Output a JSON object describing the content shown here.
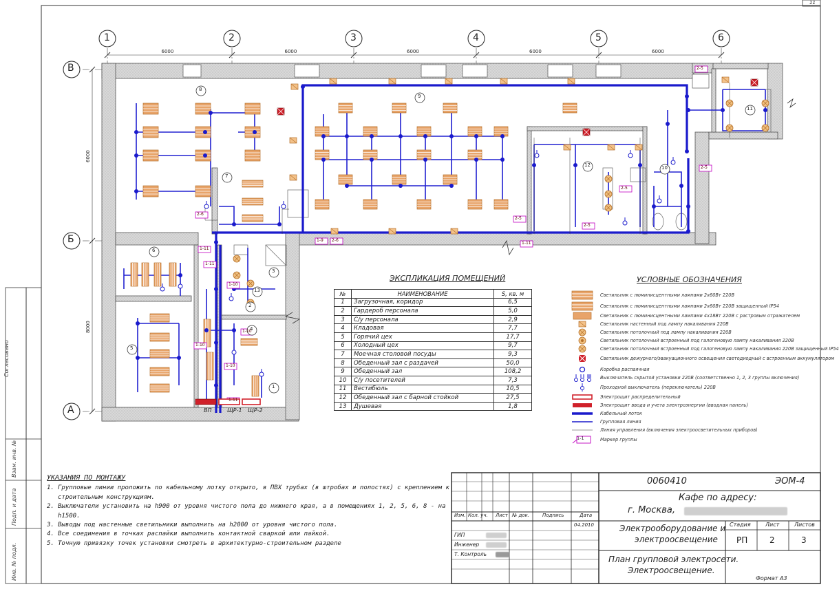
{
  "sheet_number": "11",
  "axes": {
    "columns": [
      "1",
      "2",
      "3",
      "4",
      "5",
      "6"
    ],
    "rows": [
      "В",
      "Б",
      "А"
    ],
    "col_dims": [
      "6000",
      "6000",
      "6000",
      "6000",
      "6000"
    ],
    "row_dims": [
      "6000",
      "8000"
    ]
  },
  "room_tags": [
    "1",
    "2",
    "3",
    "4",
    "5",
    "6",
    "7",
    "8",
    "9",
    "10",
    "11",
    "12",
    "13"
  ],
  "group_markers": [
    "1-11",
    "2-6",
    "1-9",
    "2-6",
    "2-5",
    "1-11",
    "2-5",
    "2-5",
    "2-5",
    "2-5",
    "1-11",
    "1-10",
    "1-10",
    "1-10",
    "1-10",
    "1-11"
  ],
  "panel_labels": [
    "ВП",
    "ЩР-1",
    "ЩР-2"
  ],
  "explication": {
    "title": "ЭКСПЛИКАЦИЯ ПОМЕЩЕНИЙ",
    "headers": [
      "№",
      "НАИМЕНОВАНИЕ",
      "S, кв. м"
    ],
    "rows": [
      [
        "1",
        "Загрузочная, коридор",
        "6,5"
      ],
      [
        "2",
        "Гардероб персонала",
        "5,0"
      ],
      [
        "3",
        "С/у персонала",
        "2,9"
      ],
      [
        "4",
        "Кладовая",
        "7,7"
      ],
      [
        "5",
        "Горячий цех",
        "17,7"
      ],
      [
        "6",
        "Холодный цех",
        "9,7"
      ],
      [
        "7",
        "Моечная столовой посуды",
        "9,3"
      ],
      [
        "8",
        "Обеденный зал с раздачей",
        "50,0"
      ],
      [
        "9",
        "Обеденный зал",
        "108,2"
      ],
      [
        "10",
        "С/у посетителей",
        "7,3"
      ],
      [
        "11",
        "Вестибюль",
        "10,5"
      ],
      [
        "12",
        "Обеденный зал с барной стойкой",
        "27,5"
      ],
      [
        "13",
        "Душевая",
        "1,8"
      ]
    ]
  },
  "legend": {
    "title": "УСЛОВНЫЕ ОБОЗНАЧЕНИЯ",
    "items": [
      "Светильник с люминисцентными лампами 2х60Вт 220В",
      "Светильник с люминисцентными лампами 2х60Вт 220В защищенный IP54",
      "Светильник с люминисцентными лампами 4х18Вт 220В с растровым отражателем",
      "Светильник настенный под лампу накаливания 220В",
      "Светильник потолочный под лампу накаливания 220В",
      "Светильник потолочный встроенный под галогеновую лампу накаливания 220В",
      "Светильник потолочный встроенный под галогеновую лампу накаливания 220В защищенный IP54",
      "Светильник дежурного/эвакуационного освещения светодиодный с встроенным аккумулятором",
      "Коробка распаячная",
      "Выключатель скрытой установки 220В (соответственно 1, 2, 3 группы включения)",
      "Проходной выключатель (переключатель) 220В",
      "Электрощит распределительный",
      "Электрощит ввода и учета электроэнергии (вводная панель)",
      "Кабельный лоток",
      "Групповая линия",
      "Линия управления (включения электроосветительных приборов)",
      "Маркер группы"
    ],
    "marker_sample": "1-1"
  },
  "notes": {
    "title": "УКАЗАНИЯ ПО МОНТАЖУ",
    "items": [
      "Групповые линии проложить по кабельному лотку открыто, в ПВХ трубах (в штробах и полостях) с креплением к строительным конструкциям.",
      "Выключатели установить на h900 от уровня чистого пола до нижнего края, а в помещениях 1, 2, 5, 6, 8 - на h1500.",
      "Выводы под настенные светильники выполнить на h2000 от уровня чистого пола.",
      "Все соединения в точках распайки выполнить контактной сваркой или пайкой.",
      "Точную привязку точек установки смотреть в архитектурно-строительном разделе"
    ]
  },
  "stamp": {
    "doc_code": "0060410",
    "sheet_code": "ЭОМ-4",
    "object_line1": "Кафе по адресу:",
    "object_line2": "г. Москва,",
    "section_line1": "Электрооборудование и",
    "section_line2": "электроосвещение",
    "drawing_line1": "План групповой электросети.",
    "drawing_line2": "Электроосвещение.",
    "head_cols": [
      "Изм.",
      "Кол. уч.",
      "Лист",
      "№ док.",
      "Подпись",
      "Дата"
    ],
    "date": "04.2010",
    "roles": [
      "ГИП",
      "Инженер",
      "Т. Контроль"
    ],
    "stage_label": "Стадия",
    "sheet_label": "Лист",
    "sheets_label": "Листов",
    "stage": "РП",
    "sheet": "2",
    "sheets": "3",
    "format": "Формат А3"
  },
  "side_labels": [
    "Согласовано",
    "Взам. инв. №",
    "Подп. и дата",
    "Инв. № подл."
  ],
  "colors": {
    "cable": "#1a1acc",
    "lamp": "#e8a46a",
    "lamp_stroke": "#b5702a",
    "panel": "#d0202a",
    "marker": "#c000c0",
    "wall": "#cfcfcf"
  }
}
